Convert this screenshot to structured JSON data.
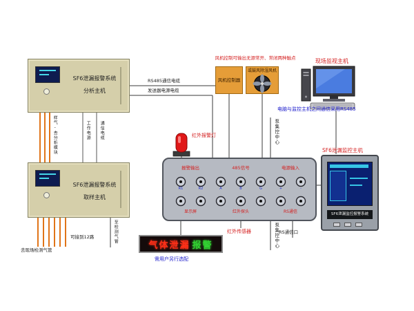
{
  "diagram": {
    "analyzer": {
      "title": "SF6泄漏报警系统",
      "subtitle": "分析主机"
    },
    "sampler": {
      "title": "SF6泄漏报警系统",
      "subtitle": "取样主机"
    },
    "left_wires": {
      "sample_gas": "样气-去分析模块",
      "power": "工作电源",
      "signal": "通信电缆"
    },
    "pipes": {
      "to_field": "去现场检测气管",
      "channels": "可接到12路",
      "to_detect": "至检测气管"
    },
    "cables": {
      "rs485": "RS485通信电缆",
      "transmitter_power": "发送器电源电缆"
    },
    "fan": {
      "note": "风机控制可输出无源常开、常闭两种触点",
      "controller": "风机控制器",
      "unit": "或鼓风除湿风机"
    },
    "computer": {
      "label": "现场监视主机",
      "note": "电脑与监控主机之间通信采用RS485"
    },
    "beacon": {
      "label": "红外报警灯"
    },
    "panel": {
      "top_labels": [
        "报警输出",
        "485信号",
        "电源输入"
      ],
      "top_marks": [
        "R1",
        "R2",
        "A",
        "B",
        "G",
        "+",
        "-"
      ],
      "bottom_labels": [
        "显示屏",
        "红外探头",
        "RS通信"
      ],
      "ir_sensor": "红外传感器",
      "pump_top": "泵集控中心",
      "pump_bottom": "泵集控中心",
      "rs_port": "RS通信口"
    },
    "host": {
      "label": "SF6泄漏监控主机",
      "caption": "SF6泄漏监控报警系统"
    },
    "led": {
      "text_red": "气体泄漏",
      "text_green": "报警",
      "note": "需用户另行选配"
    }
  },
  "colors": {
    "accent_red": "#d42020",
    "accent_blue": "#1a1acc",
    "device_tan": "#d5cfaa",
    "orange_box": "#e59d38",
    "panel_gray": "#b6bac2",
    "beacon_red": "#e01818",
    "tube_orange": "#e07418",
    "led_red": "#ff3018",
    "led_green": "#32d032"
  }
}
